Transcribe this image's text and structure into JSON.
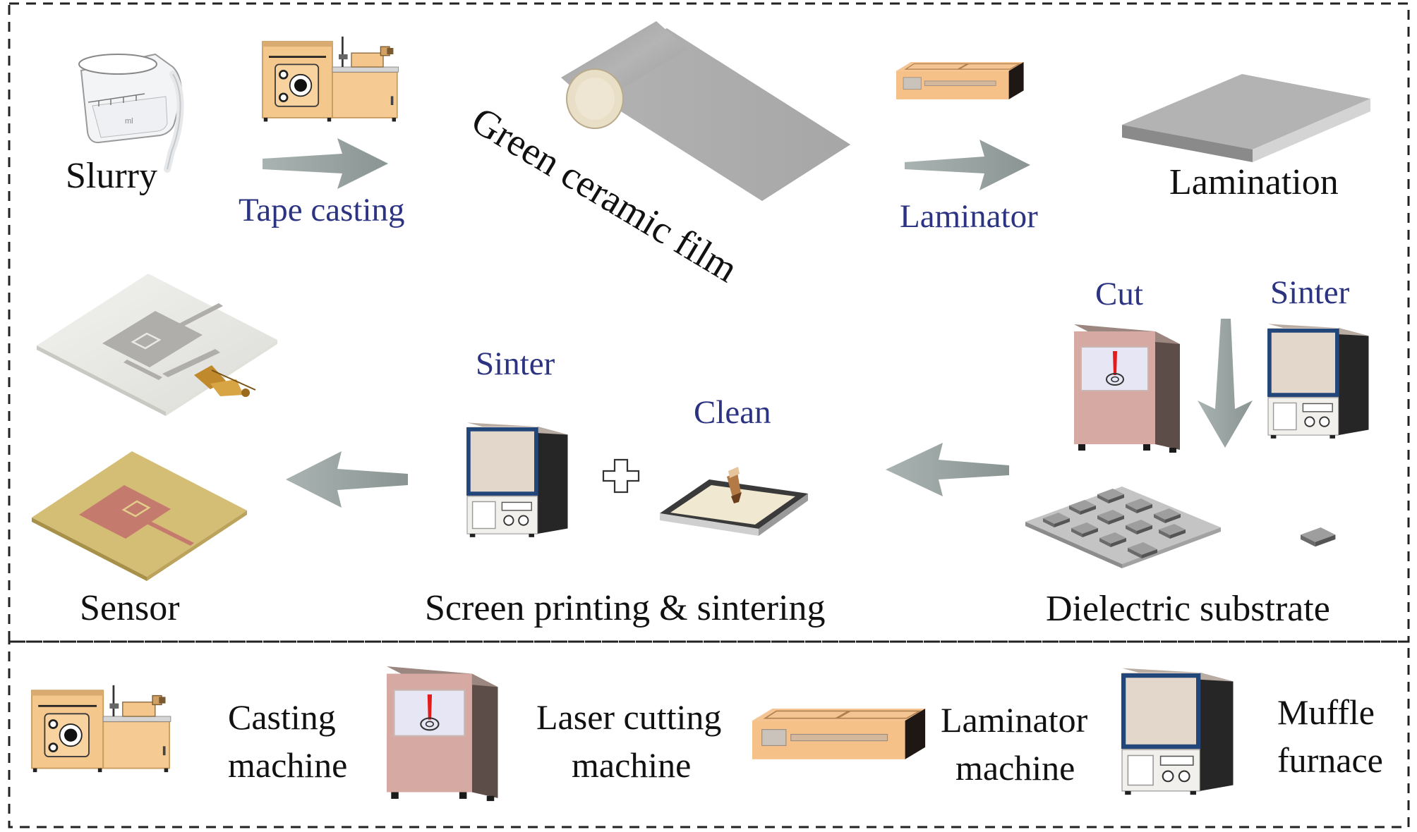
{
  "process": {
    "slurry": "Slurry",
    "tape_casting": "Tape casting",
    "green_film": "Green ceramic film",
    "laminator": "Laminator",
    "lamination": "Lamination",
    "cut": "Cut",
    "sinter_top": "Sinter",
    "dielectric_substrate": "Dielectric substrate",
    "clean": "Clean",
    "sinter_mid": "Sinter",
    "screen_printing": "Screen printing & sintering",
    "sensor": "Sensor",
    "plus": "+",
    "beaker_marks": "ml"
  },
  "legend": {
    "casting_line1": "Casting",
    "casting_line2": "machine",
    "laser_line1": "Laser cutting",
    "laser_line2": "machine",
    "laminator_line1": "Laminator",
    "laminator_line2": "machine",
    "muffle_line1": "Muffle",
    "muffle_line2": "furnace"
  },
  "colors": {
    "label_black": "#111111",
    "label_blue": "#2c3482",
    "arrow_gray": "#8f9a98",
    "machine_tan": "#f3c98c",
    "furnace_face": "#e2d6cc",
    "laser_body": "#d4a7a0",
    "ceramic_gray": "#a9a9a9",
    "substrate_gold": "#d4be74"
  },
  "icons": [
    "beaker-icon",
    "casting-machine-icon",
    "ceramic-roll-icon",
    "laminator-icon",
    "laminated-sheet-icon",
    "laser-cutter-icon",
    "muffle-furnace-icon",
    "substrate-tiles-icon",
    "screen-print-frame-icon",
    "sensor-icon",
    "plus-icon",
    "arrow-icon"
  ]
}
